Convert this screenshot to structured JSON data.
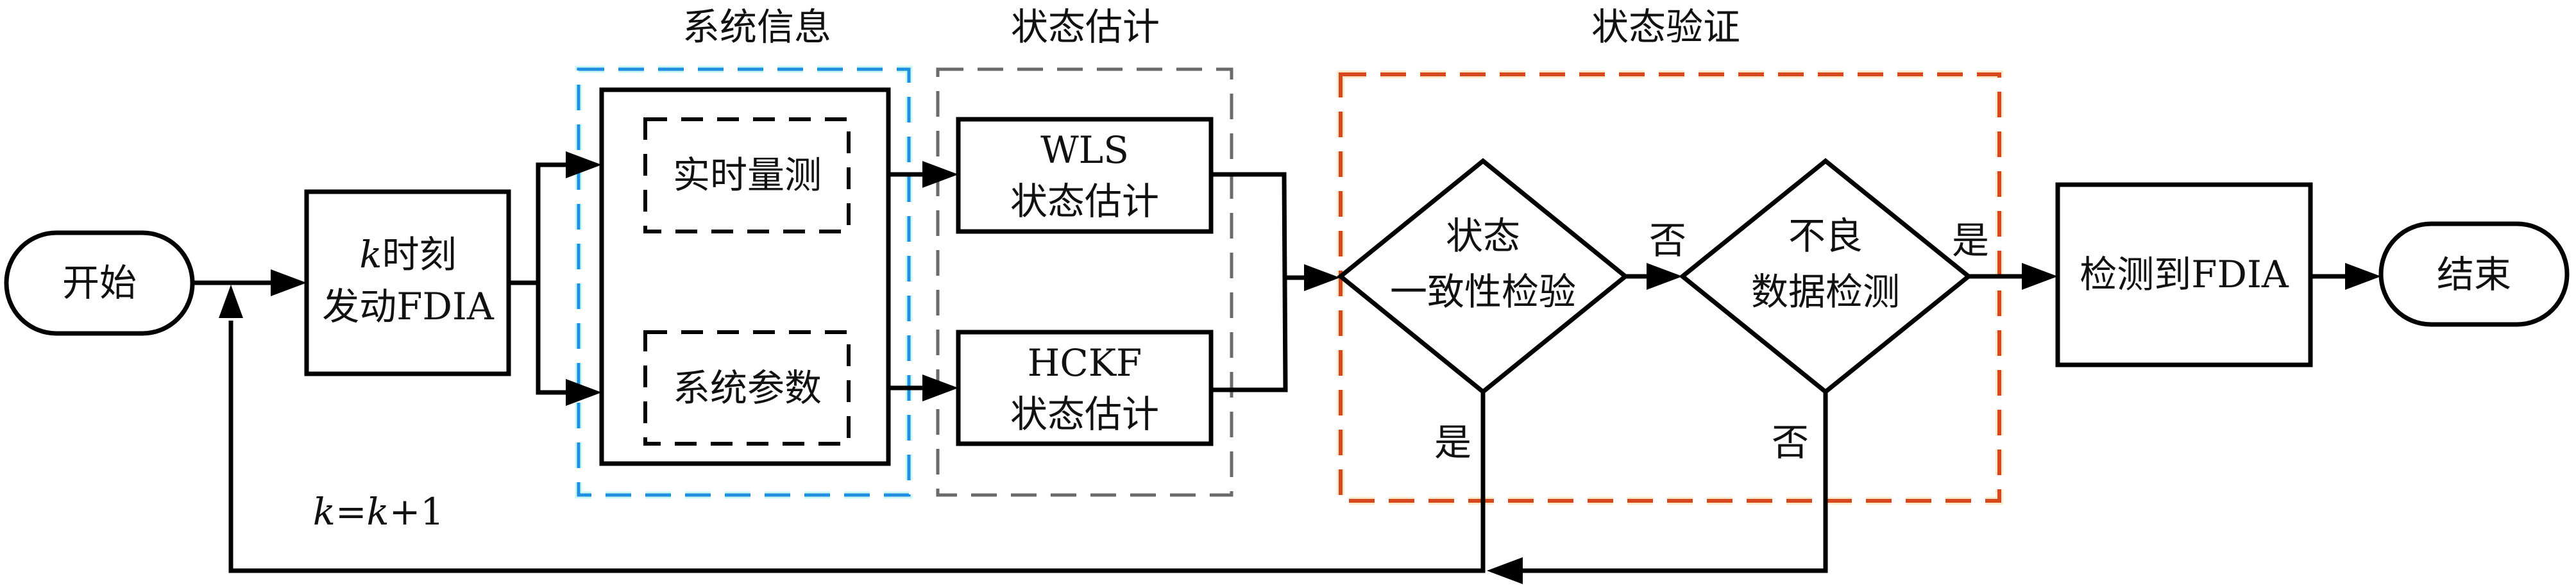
{
  "diagram": {
    "groups": {
      "system_info": "系统信息",
      "state_estimation": "状态估计",
      "state_verification": "状态验证"
    },
    "nodes": {
      "start": "开始",
      "attack_line1_var": "k",
      "attack_line1_rest": "时刻",
      "attack_line2": "发动FDIA",
      "realtime_measurement": "实时量测",
      "system_parameters": "系统参数",
      "wls_line1": "WLS",
      "wls_line2": "状态估计",
      "hckf_line1": "HCKF",
      "hckf_line2": "状态估计",
      "consistency_line1": "状态",
      "consistency_line2": "一致性检验",
      "baddata_line1": "不良",
      "baddata_line2": "数据检测",
      "detected": "检测到FDIA",
      "end": "结束"
    },
    "edge_labels": {
      "consistency_no": "否",
      "baddata_yes": "是",
      "consistency_yes": "是",
      "baddata_no": "否"
    },
    "loop_label": {
      "k1": "k",
      "eq": "=",
      "k2": "k",
      "plus_one": "+1"
    }
  }
}
